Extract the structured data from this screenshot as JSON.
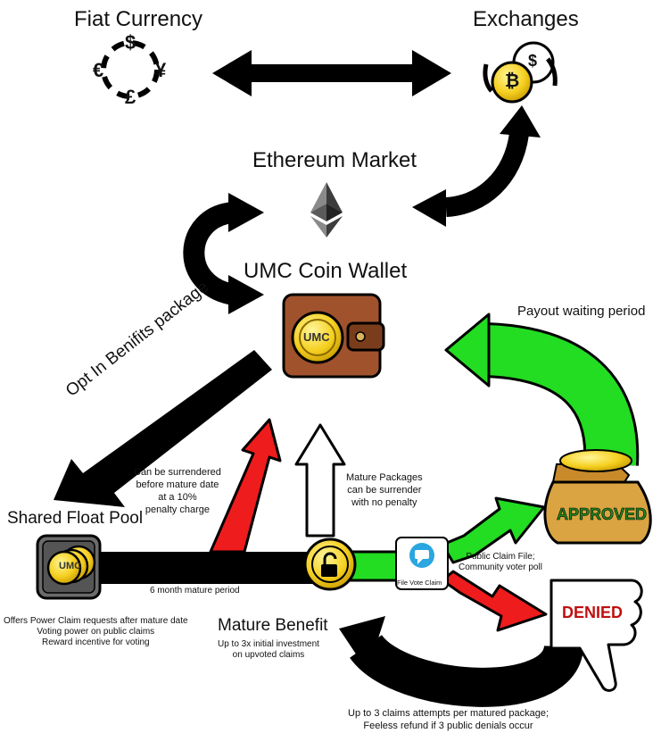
{
  "nodes": {
    "fiat": {
      "title": "Fiat Currency",
      "symbols": [
        "$",
        "€",
        "¥",
        "£"
      ]
    },
    "exchanges": {
      "title": "Exchanges",
      "symbols": [
        "$",
        "₿"
      ]
    },
    "ethereum": {
      "title": "Ethereum Market"
    },
    "wallet": {
      "title": "UMC Coin Wallet",
      "logo": "UMC"
    },
    "pool": {
      "title": "Shared Float Pool",
      "logo": "UMC",
      "notes": [
        "Offers Power Claim requests after mature date",
        "Voting power on public claims",
        "Reward incentive for voting"
      ]
    },
    "mature": {
      "title": "Mature Benefit",
      "notes": [
        "Up to 3x initial investment",
        "on upvoted claims"
      ]
    },
    "file_vote": {
      "label": "File Vote Claim"
    },
    "approved": {
      "label": "APPROVED"
    },
    "denied": {
      "label": "DENIED"
    }
  },
  "labels": {
    "opt_in": "Opt In Benifits package",
    "payout": "Payout waiting period",
    "surrender_early": [
      "Can be surrendered",
      "before mature date",
      "at a 10%",
      "penalty charge"
    ],
    "surrender_mature": [
      "Mature Packages",
      "can be surrender",
      "with no penalty"
    ],
    "six_month": "6 month mature period",
    "public_claim": [
      "Public Claim File;",
      "Community voter poll"
    ],
    "claims_limit": [
      "Up to 3 claims attempts per matured package;",
      "Feeless refund if 3 public denials occur"
    ]
  },
  "colors": {
    "black": "#000000",
    "red": "#ee1c1c",
    "green": "#22dd22",
    "gold": "#f5d020",
    "wallet_brown": "#a0522d",
    "bag": "#d9a441",
    "approved_text": "#1f8a1f",
    "denied_text": "#c01010"
  }
}
